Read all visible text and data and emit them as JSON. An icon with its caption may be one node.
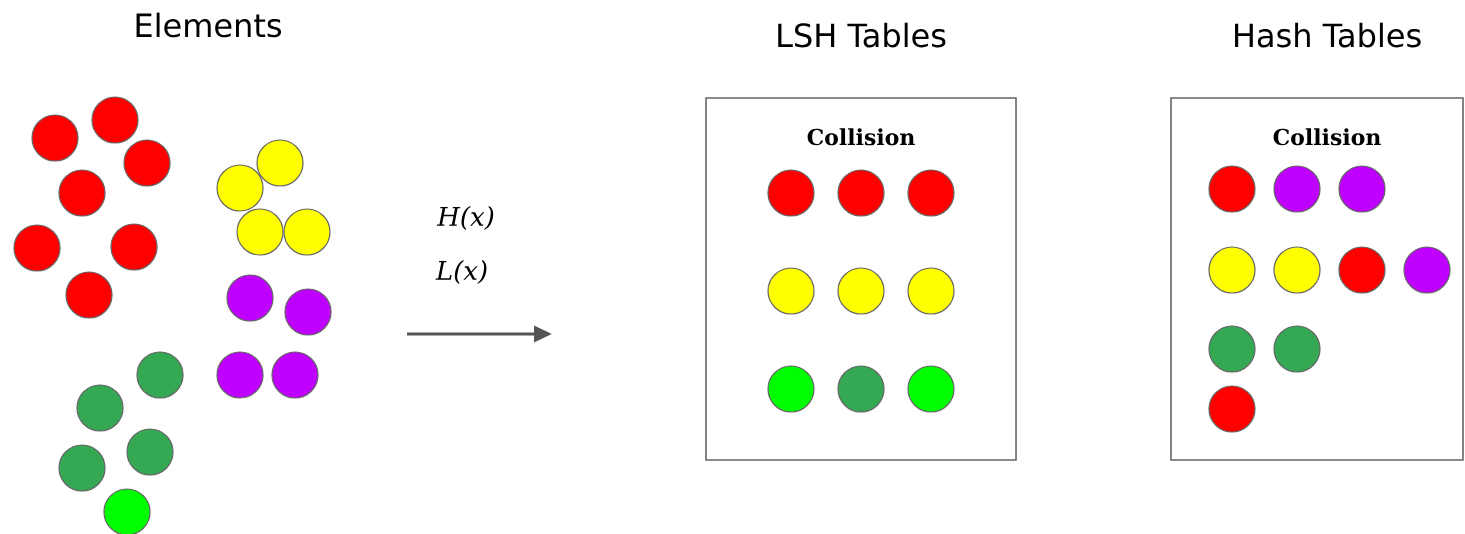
{
  "diagram": {
    "nodes": [
      {
        "text": [
          "LSH Tables",
          "Collision"
        ]
      },
      {
        "text": [
          "Hash Tables",
          "Collision"
        ]
      }
    ],
    "labels": [
      "Elements",
      "H(x)",
      "L(x)"
    ]
  }
}
